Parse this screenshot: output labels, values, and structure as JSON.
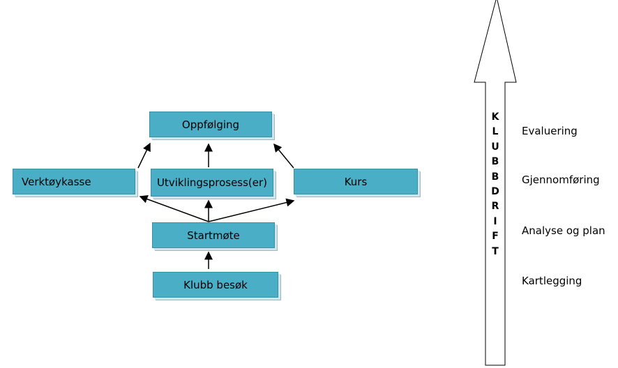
{
  "flow": {
    "oppfolging": "Oppfølging",
    "verktoykasse": "Verktøykasse",
    "utviklingsprosess": "Utviklingsprosess(er)",
    "kurs": "Kurs",
    "startmote": "Startmøte",
    "klubb_besok": "Klubb besøk"
  },
  "arrow": {
    "letters": [
      "K",
      "L",
      "U",
      "B",
      "B",
      "D",
      "R",
      "I",
      "F",
      "T"
    ]
  },
  "phases": {
    "evaluering": "Evaluering",
    "gjennomforing": "Gjennomføring",
    "analyse": "Analyse og plan",
    "kartlegging": "Kartlegging"
  },
  "colors": {
    "box_fill": "#4aaec6",
    "line": "#000000"
  }
}
